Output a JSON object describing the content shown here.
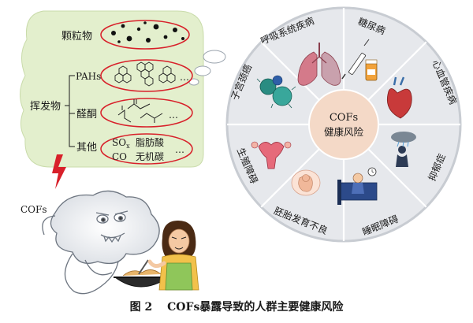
{
  "figure": {
    "caption": "图 2　 COFs暴露导致的人群主要健康风险"
  },
  "emissions": {
    "particles_label": "颗粒物",
    "volatiles_label": "挥发物",
    "pahs_label": "PAHs",
    "ketones_label": "醛酮",
    "others_label": "其他",
    "ellipsis": "…",
    "others_items": {
      "sox_main": "SO",
      "sox_sub": "x",
      "co": "CO",
      "fatty_acid": "脂肪酸",
      "inorganic_carbon": "无机碳"
    },
    "cofs_label": "COFs"
  },
  "wheel": {
    "center_line1": "COFs",
    "center_line2": "健康风险",
    "sectors": [
      {
        "label": "呼吸系统疾病"
      },
      {
        "label": "糖尿病"
      },
      {
        "label": "心血管疾病"
      },
      {
        "label": "抑郁症"
      },
      {
        "label": "睡眠障碍"
      },
      {
        "label": "胚胎发育不良"
      },
      {
        "label": "生殖障碍"
      },
      {
        "label": "子宫颈癌"
      }
    ]
  },
  "colors": {
    "cloud_fill": "#e3efcd",
    "wheel_fill": "#e6e8ec",
    "wheel_border": "#c8ccd2",
    "center_fill": "#f4d9c7",
    "ellipse_stroke": "#d8202a",
    "lightning": "#d8202a"
  }
}
